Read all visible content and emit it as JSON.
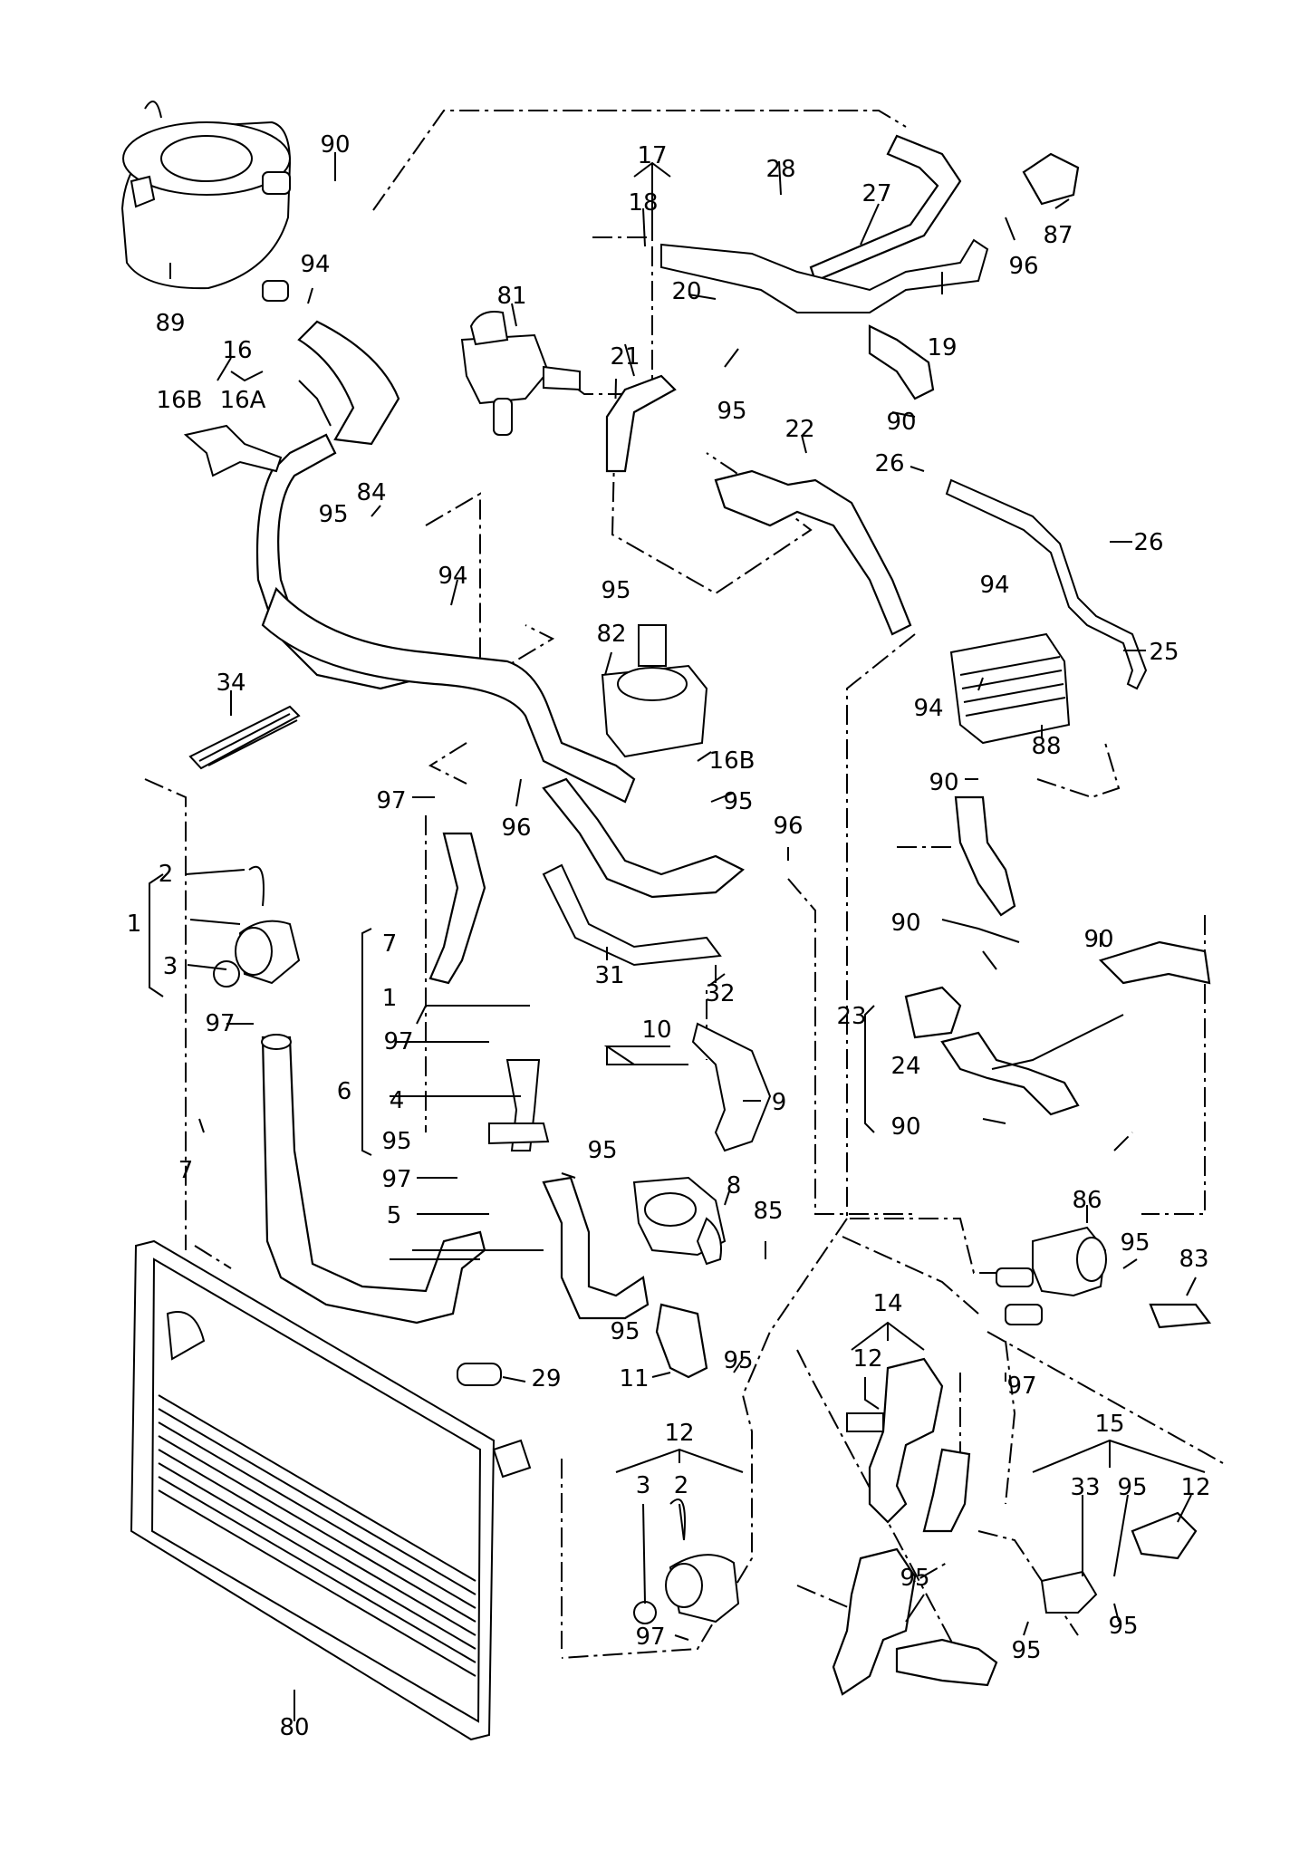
{
  "callouts": [
    {
      "id": "c90a",
      "text": "90"
    },
    {
      "id": "c17",
      "text": "17"
    },
    {
      "id": "c28",
      "text": "28"
    },
    {
      "id": "c18",
      "text": "18"
    },
    {
      "id": "c27",
      "text": "27"
    },
    {
      "id": "c87",
      "text": "87"
    },
    {
      "id": "c96a",
      "text": "96"
    },
    {
      "id": "c94a",
      "text": "94"
    },
    {
      "id": "c89",
      "text": "89"
    },
    {
      "id": "c81",
      "text": "81"
    },
    {
      "id": "c20",
      "text": "20"
    },
    {
      "id": "c19",
      "text": "19"
    },
    {
      "id": "c16",
      "text": "16"
    },
    {
      "id": "c16B",
      "text": "16B"
    },
    {
      "id": "c16A",
      "text": "16A"
    },
    {
      "id": "c21",
      "text": "21"
    },
    {
      "id": "c95a",
      "text": "95"
    },
    {
      "id": "c90b",
      "text": "90"
    },
    {
      "id": "c22",
      "text": "22"
    },
    {
      "id": "c26a",
      "text": "26"
    },
    {
      "id": "c95b",
      "text": "95"
    },
    {
      "id": "c84",
      "text": "84"
    },
    {
      "id": "c26b",
      "text": "26"
    },
    {
      "id": "c94b",
      "text": "94"
    },
    {
      "id": "c95c",
      "text": "95"
    },
    {
      "id": "c94c",
      "text": "94"
    },
    {
      "id": "c25",
      "text": "25"
    },
    {
      "id": "c82",
      "text": "82"
    },
    {
      "id": "c94d",
      "text": "94"
    },
    {
      "id": "c34",
      "text": "34"
    },
    {
      "id": "c88",
      "text": "88"
    },
    {
      "id": "c16B2",
      "text": "16B"
    },
    {
      "id": "c90c",
      "text": "90"
    },
    {
      "id": "c97a",
      "text": "97"
    },
    {
      "id": "c96b",
      "text": "96"
    },
    {
      "id": "c95d",
      "text": "95"
    },
    {
      "id": "c96c",
      "text": "96"
    },
    {
      "id": "c2a",
      "text": "2"
    },
    {
      "id": "c7a",
      "text": "7"
    },
    {
      "id": "c90d",
      "text": "90"
    },
    {
      "id": "c90e",
      "text": "90"
    },
    {
      "id": "c1a",
      "text": "1"
    },
    {
      "id": "c3a",
      "text": "3"
    },
    {
      "id": "c1b",
      "text": "1"
    },
    {
      "id": "c31",
      "text": "31"
    },
    {
      "id": "c32",
      "text": "32"
    },
    {
      "id": "c23",
      "text": "23"
    },
    {
      "id": "c97b",
      "text": "97"
    },
    {
      "id": "c97c",
      "text": "97"
    },
    {
      "id": "c10",
      "text": "10"
    },
    {
      "id": "c24",
      "text": "24"
    },
    {
      "id": "c6",
      "text": "6"
    },
    {
      "id": "c4",
      "text": "4"
    },
    {
      "id": "c9",
      "text": "9"
    },
    {
      "id": "c7b",
      "text": "7"
    },
    {
      "id": "c95e",
      "text": "95"
    },
    {
      "id": "c95f",
      "text": "95"
    },
    {
      "id": "c90f",
      "text": "90"
    },
    {
      "id": "c97d",
      "text": "97"
    },
    {
      "id": "c8",
      "text": "8"
    },
    {
      "id": "c5",
      "text": "5"
    },
    {
      "id": "c85",
      "text": "85"
    },
    {
      "id": "c86",
      "text": "86"
    },
    {
      "id": "c95g",
      "text": "95"
    },
    {
      "id": "c83",
      "text": "83"
    },
    {
      "id": "c14",
      "text": "14"
    },
    {
      "id": "c12a",
      "text": "12"
    },
    {
      "id": "c95h",
      "text": "95"
    },
    {
      "id": "c95i",
      "text": "95"
    },
    {
      "id": "c29",
      "text": "29"
    },
    {
      "id": "c11",
      "text": "11"
    },
    {
      "id": "c97e",
      "text": "97"
    },
    {
      "id": "c15",
      "text": "15"
    },
    {
      "id": "c12b",
      "text": "12"
    },
    {
      "id": "c3b",
      "text": "3"
    },
    {
      "id": "c2b",
      "text": "2"
    },
    {
      "id": "c33",
      "text": "33"
    },
    {
      "id": "c95j",
      "text": "95"
    },
    {
      "id": "c12c",
      "text": "12"
    },
    {
      "id": "c95k",
      "text": "95"
    },
    {
      "id": "c95l",
      "text": "95"
    },
    {
      "id": "c97f",
      "text": "97"
    },
    {
      "id": "c95m",
      "text": "95"
    },
    {
      "id": "c80",
      "text": "80"
    }
  ]
}
